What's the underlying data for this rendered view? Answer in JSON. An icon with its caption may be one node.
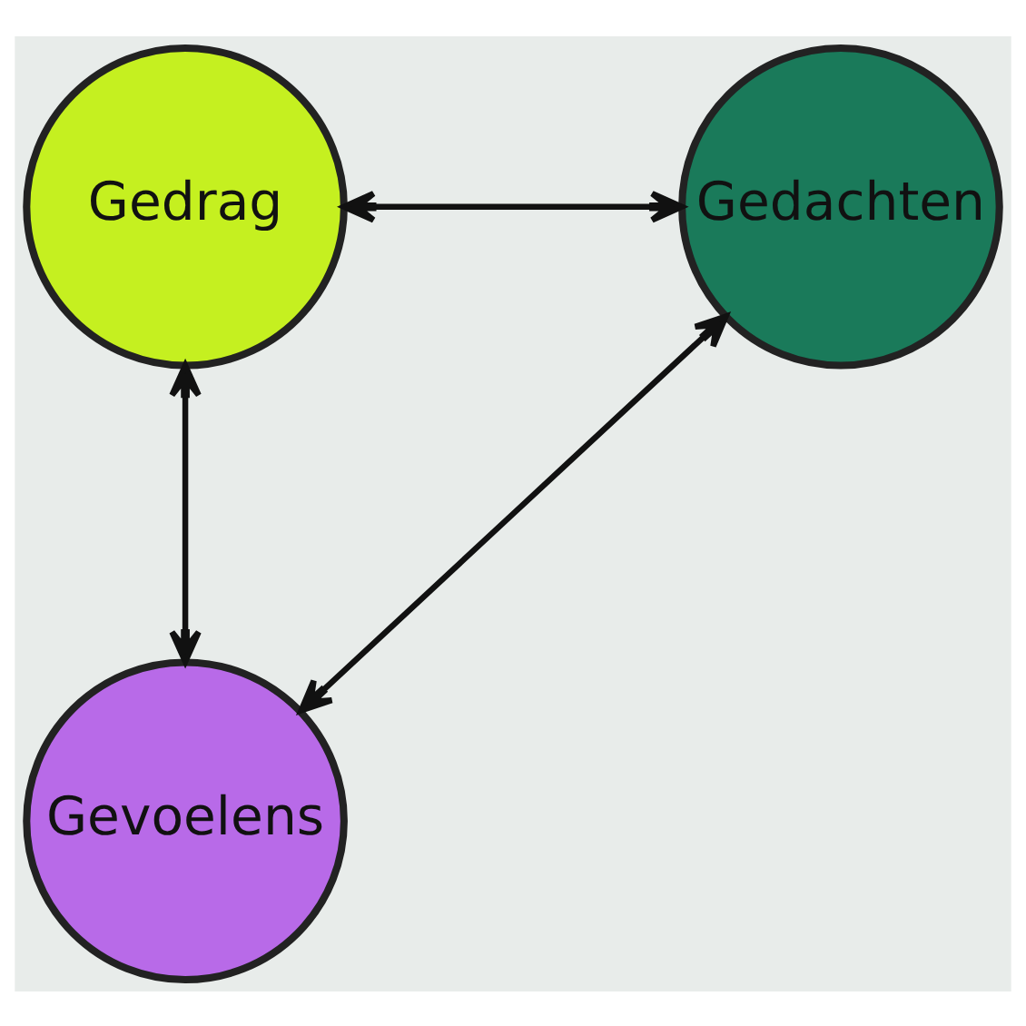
{
  "diagram": {
    "nodes": [
      {
        "text": [
          "Gedrag"
        ]
      },
      {
        "text": [
          "Gedachten"
        ]
      },
      {
        "text": [
          "Gevoelens"
        ]
      }
    ],
    "edges": [
      {
        "from": 0,
        "to": 1,
        "arrow": "both"
      },
      {
        "from": 0,
        "to": 2,
        "arrow": "both"
      },
      {
        "from": 2,
        "to": 1,
        "arrow": "both"
      }
    ]
  }
}
